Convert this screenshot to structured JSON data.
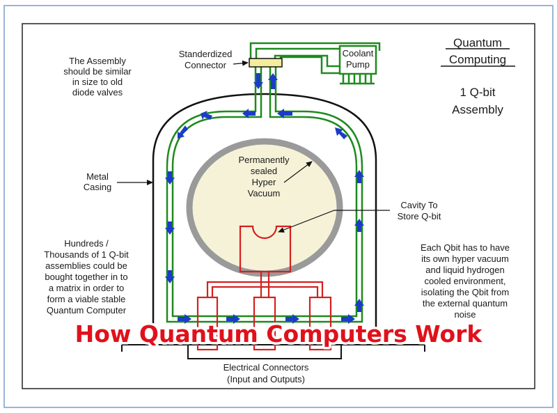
{
  "title": {
    "line1": "Quantum",
    "line2": "Computing"
  },
  "subtitle": {
    "line1": "1 Q-bit",
    "line2": "Assembly"
  },
  "notes": {
    "assembly": [
      "The Assembly",
      "should be similar",
      "in size to old",
      "diode valves"
    ],
    "metal_casing": [
      "Metal",
      "Casing"
    ],
    "hundreds": [
      "Hundreds /",
      "Thousands of 1 Q-bit",
      "assemblies could be",
      "bought together in to",
      "a matrix in order to",
      "form a viable stable",
      "Quantum Computer"
    ],
    "each_qbit": [
      "Each Qbit has to have",
      "its own hyper vacuum",
      "and liquid hydrogen",
      "cooled environment,",
      "isolating the Qbit from",
      "the external quantum",
      "noise"
    ]
  },
  "labels": {
    "connector": [
      "Standerdized",
      "Connector"
    ],
    "coolant_pump": [
      "Coolant",
      "Pump"
    ],
    "vacuum": [
      "Permanently",
      "sealed",
      "Hyper",
      "Vacuum"
    ],
    "cavity": [
      "Cavity To",
      "Store Q-bit"
    ],
    "electrical": [
      "Electrical Connectors",
      "(Input and Outputs)"
    ]
  },
  "banner_text": "How Quantum Computers Work",
  "colors": {
    "coolant": "#1e8a1e",
    "wiring": "#d42020",
    "arrow": "#1a3cc8",
    "casing": "#111111",
    "vacuum_fill": "#f6f2d8",
    "vacuum_ring": "#9a9a9a",
    "connector_fill": "#f3ec9a",
    "frame": "#9cb4d6",
    "banner": "#e0111b"
  }
}
